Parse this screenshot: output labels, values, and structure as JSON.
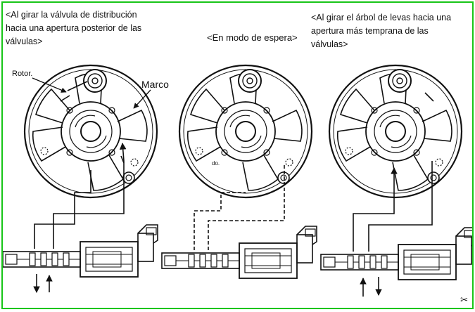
{
  "captions": {
    "left": "<Al girar la válvula de distribución\nhacia una apertura posterior de las\n válvulas>",
    "middle": "<En modo de espera>",
    "right": "<Al girar el árbol de levas hacia una\napertura más temprana de las\n válvulas>"
  },
  "labels": {
    "rotor": "Rotor.",
    "marco": "Marco",
    "do": "do."
  },
  "logo": "✂"
}
